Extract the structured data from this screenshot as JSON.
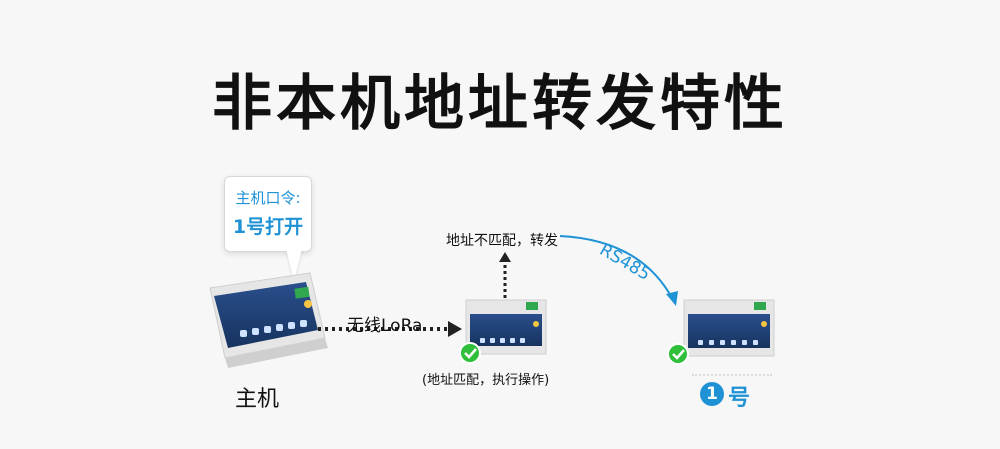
{
  "title": "非本机地址转发特性",
  "bubble": {
    "line1": "主机口令:",
    "line2": "1号打开"
  },
  "host_label": "主机",
  "lora_label": "无线LoRa",
  "forward_label": "地址不匹配，转发",
  "match_label": "(地址匹配，执行操作)",
  "rs485_label": "RS485",
  "target": {
    "number": "1",
    "suffix": "号"
  },
  "colors": {
    "accent": "#1f92d6",
    "check": "#2fbf3a",
    "device": "#1d3f7a"
  }
}
